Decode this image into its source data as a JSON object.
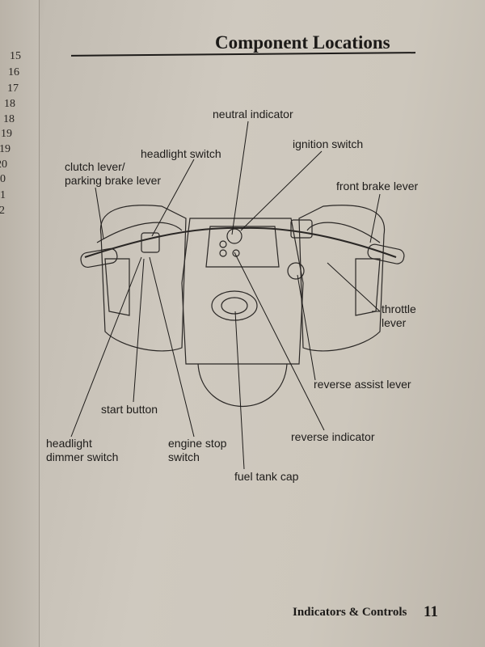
{
  "left_page": {
    "page_numbers": [
      "15",
      "16",
      "17",
      "18",
      "18",
      "19",
      "19",
      "20",
      "0",
      "1",
      "2"
    ]
  },
  "header": {
    "title": "Component Locations"
  },
  "labels": {
    "neutral_indicator": "neutral indicator",
    "ignition_switch": "ignition switch",
    "headlight_switch": "headlight switch",
    "clutch_lever_1": "clutch lever/",
    "clutch_lever_2": "parking brake lever",
    "front_brake_lever": "front brake lever",
    "throttle_lever_1": "throttle",
    "throttle_lever_2": "lever",
    "reverse_assist_lever": "reverse assist lever",
    "start_button": "start button",
    "reverse_indicator": "reverse indicator",
    "headlight_dimmer_1": "headlight",
    "headlight_dimmer_2": "dimmer switch",
    "engine_stop_1": "engine stop",
    "engine_stop_2": "switch",
    "fuel_tank_cap": "fuel tank cap"
  },
  "footer": {
    "section": "Indicators & Controls",
    "page_number": "11"
  }
}
